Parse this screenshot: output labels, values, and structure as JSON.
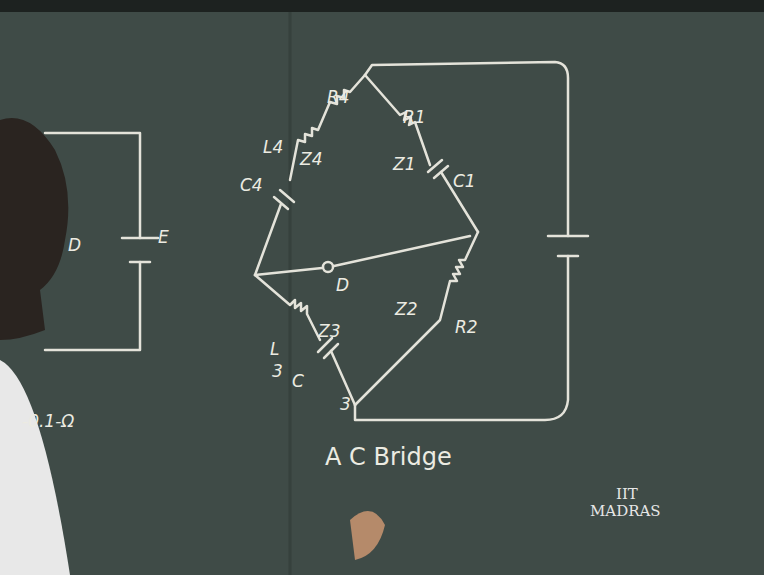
{
  "diagram": {
    "caption": "A C Bridge",
    "labels": [
      "R4",
      "L4",
      "Z4",
      "C4",
      "R1",
      "Z1",
      "C1",
      "D",
      "Z2",
      "R2",
      "Z3",
      "L",
      "3",
      "C",
      "3",
      "E",
      "D",
      "-0.1-Ω",
      "IIT",
      "MADRAS"
    ]
  }
}
